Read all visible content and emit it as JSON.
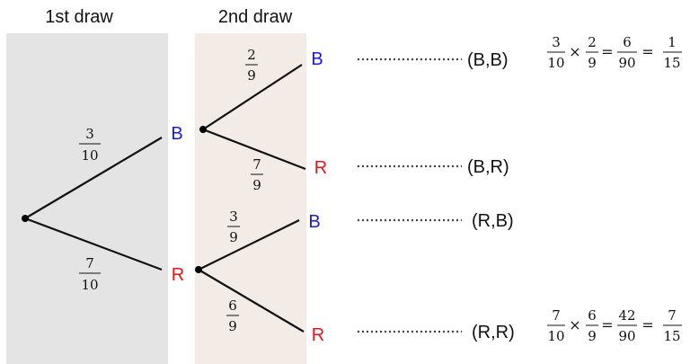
{
  "header": {
    "first_draw": "1st draw",
    "second_draw": "2nd draw"
  },
  "colors": {
    "first_panel": "#e4e4e4",
    "second_panel": "#f3ebe6",
    "blue_label": "#1a1adb",
    "red_label": "#e8111a"
  },
  "first_level": {
    "branches": [
      {
        "label": "B",
        "color": "blue",
        "prob": {
          "num": "3",
          "den": "10"
        }
      },
      {
        "label": "R",
        "color": "red",
        "prob": {
          "num": "7",
          "den": "10"
        }
      }
    ]
  },
  "second_level": {
    "from_B": [
      {
        "label": "B",
        "color": "blue",
        "prob": {
          "num": "2",
          "den": "9"
        }
      },
      {
        "label": "R",
        "color": "red",
        "prob": {
          "num": "7",
          "den": "9"
        }
      }
    ],
    "from_R": [
      {
        "label": "B",
        "color": "blue",
        "prob": {
          "num": "3",
          "den": "9"
        }
      },
      {
        "label": "R",
        "color": "red",
        "prob": {
          "num": "6",
          "den": "9"
        }
      }
    ]
  },
  "outcomes": [
    "(B,B)",
    "(B,R)",
    "(R,B)",
    "(R,R)"
  ],
  "equations": {
    "BB": {
      "a": {
        "num": "3",
        "den": "10"
      },
      "times": "×",
      "b": {
        "num": "2",
        "den": "9"
      },
      "eq1": "=",
      "c": {
        "num": "6",
        "den": "90"
      },
      "eq2": "=",
      "d": {
        "num": "1",
        "den": "15"
      }
    },
    "RR": {
      "a": {
        "num": "7",
        "den": "10"
      },
      "times": "×",
      "b": {
        "num": "6",
        "den": "9"
      },
      "eq1": "=",
      "c": {
        "num": "42",
        "den": "90"
      },
      "eq2": "=",
      "d": {
        "num": "7",
        "den": "15"
      }
    }
  }
}
